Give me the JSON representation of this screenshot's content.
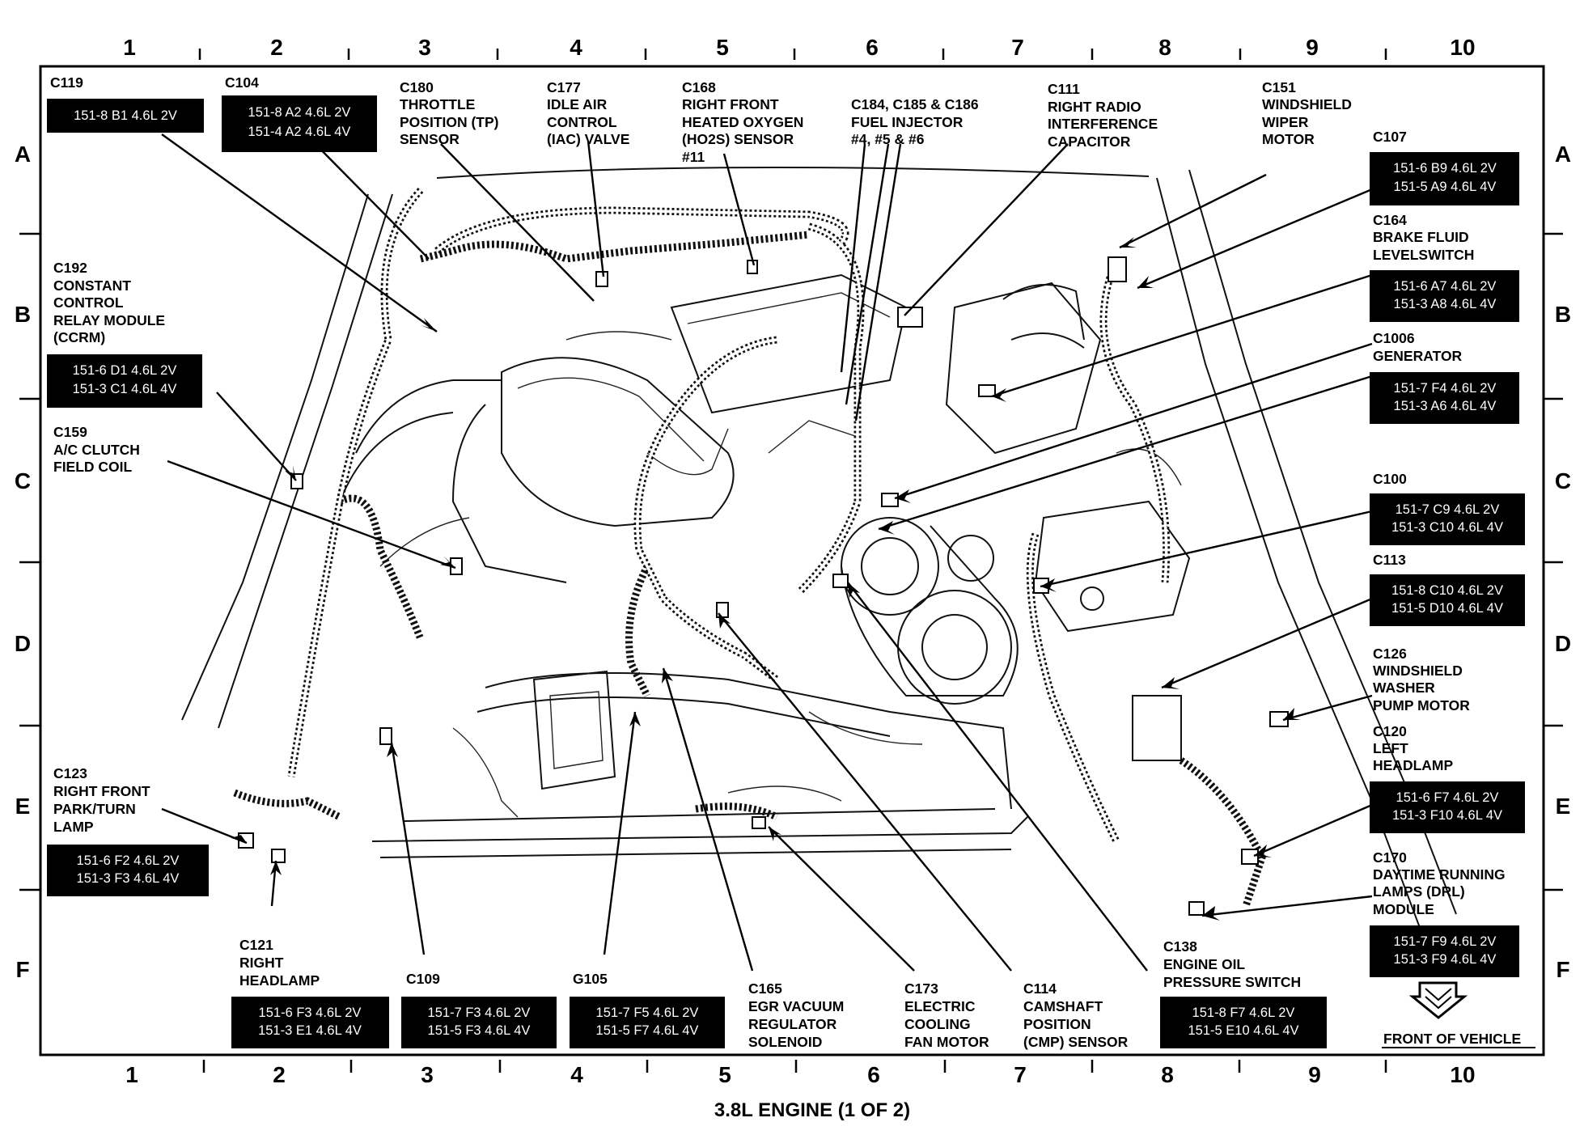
{
  "columns": [
    "1",
    "2",
    "3",
    "4",
    "5",
    "6",
    "7",
    "8",
    "9",
    "10"
  ],
  "rows": [
    "A",
    "B",
    "C",
    "D",
    "E",
    "F"
  ],
  "title": "3.8L ENGINE (1 OF 2)",
  "front_label": "FRONT OF VEHICLE",
  "connectors": [
    {
      "id": "c119",
      "label": [
        "C119"
      ],
      "codes": [
        "151-8 B1 4.6L 2V"
      ]
    },
    {
      "id": "c104",
      "label": [
        "C104"
      ],
      "codes": [
        "151-8 A2 4.6L 2V",
        "151-4 A2 4.6L 4V"
      ]
    },
    {
      "id": "c180",
      "label": [
        "C180",
        "THROTTLE",
        "POSITION (TP)",
        "SENSOR"
      ],
      "codes": []
    },
    {
      "id": "c177",
      "label": [
        "C177",
        "IDLE AIR",
        "CONTROL",
        "(IAC) VALVE"
      ],
      "codes": []
    },
    {
      "id": "c168",
      "label": [
        "C168",
        "RIGHT FRONT",
        "HEATED OXYGEN",
        "(HO2S) SENSOR",
        "#11"
      ],
      "codes": []
    },
    {
      "id": "c184",
      "label": [
        "C184, C185 & C186",
        "FUEL INJECTOR",
        "#4, #5 & #6"
      ],
      "codes": []
    },
    {
      "id": "c111",
      "label": [
        "C111",
        "RIGHT RADIO",
        "INTERFERENCE",
        "CAPACITOR"
      ],
      "codes": []
    },
    {
      "id": "c151",
      "label": [
        "C151",
        "WINDSHIELD",
        "WIPER",
        "MOTOR"
      ],
      "codes": []
    },
    {
      "id": "c107",
      "label": [
        "C107"
      ],
      "codes": [
        "151-6 B9 4.6L 2V",
        "151-5 A9 4.6L 4V"
      ]
    },
    {
      "id": "c164",
      "label": [
        "C164",
        "BRAKE FLUID",
        "LEVELSWITCH"
      ],
      "codes": [
        "151-6 A7 4.6L 2V",
        "151-3 A8 4.6L 4V"
      ]
    },
    {
      "id": "c1006",
      "label": [
        "C1006",
        "GENERATOR"
      ],
      "codes": [
        "151-7 F4 4.6L 2V",
        "151-3 A6 4.6L 4V"
      ]
    },
    {
      "id": "c100",
      "label": [
        "C100"
      ],
      "codes": [
        "151-7 C9 4.6L 2V",
        "151-3 C10 4.6L 4V"
      ]
    },
    {
      "id": "c113",
      "label": [
        "C113"
      ],
      "codes": [
        "151-8 C10 4.6L 2V",
        "151-5 D10 4.6L 4V"
      ]
    },
    {
      "id": "c126",
      "label": [
        "C126",
        "WINDSHIELD",
        "WASHER",
        "PUMP MOTOR"
      ],
      "codes": []
    },
    {
      "id": "c120",
      "label": [
        "C120",
        "LEFT",
        "HEADLAMP"
      ],
      "codes": [
        "151-6 F7 4.6L 2V",
        "151-3 F10 4.6L 4V"
      ]
    },
    {
      "id": "c170",
      "label": [
        "C170",
        "DAYTIME RUNNING",
        "LAMPS (DRL)",
        "MODULE"
      ],
      "codes": [
        "151-7 F9 4.6L 2V",
        "151-3 F9 4.6L 4V"
      ]
    },
    {
      "id": "c192",
      "label": [
        "C192",
        "CONSTANT",
        "CONTROL",
        "RELAY MODULE",
        "(CCRM)"
      ],
      "codes": [
        "151-6 D1 4.6L 2V",
        "151-3 C1 4.6L 4V"
      ]
    },
    {
      "id": "c159",
      "label": [
        "C159",
        "A/C CLUTCH",
        "FIELD COIL"
      ],
      "codes": []
    },
    {
      "id": "c123",
      "label": [
        "C123",
        "RIGHT FRONT",
        "PARK/TURN",
        "LAMP"
      ],
      "codes": [
        "151-6 F2 4.6L 2V",
        "151-3 F3 4.6L 4V"
      ]
    },
    {
      "id": "c121",
      "label": [
        "C121",
        "RIGHT",
        "HEADLAMP"
      ],
      "codes": [
        "151-6 F3 4.6L 2V",
        "151-3 E1 4.6L 4V"
      ]
    },
    {
      "id": "c109",
      "label": [
        "C109"
      ],
      "codes": [
        "151-7 F3 4.6L 2V",
        "151-5 F3 4.6L 4V"
      ]
    },
    {
      "id": "g105",
      "label": [
        "G105"
      ],
      "codes": [
        "151-7 F5 4.6L 2V",
        "151-5 F7 4.6L 4V"
      ]
    },
    {
      "id": "c165",
      "label": [
        "C165",
        "EGR VACUUM",
        "REGULATOR",
        "SOLENOID"
      ],
      "codes": []
    },
    {
      "id": "c173",
      "label": [
        "C173",
        "ELECTRIC",
        "COOLING",
        "FAN MOTOR"
      ],
      "codes": []
    },
    {
      "id": "c114",
      "label": [
        "C114",
        "CAMSHAFT",
        "POSITION",
        "(CMP) SENSOR"
      ],
      "codes": []
    },
    {
      "id": "c138",
      "label": [
        "C138",
        "ENGINE OIL",
        "PRESSURE SWITCH"
      ],
      "codes": [
        "151-8 F7 4.6L 2V",
        "151-5 E10 4.6L 4V"
      ]
    }
  ]
}
